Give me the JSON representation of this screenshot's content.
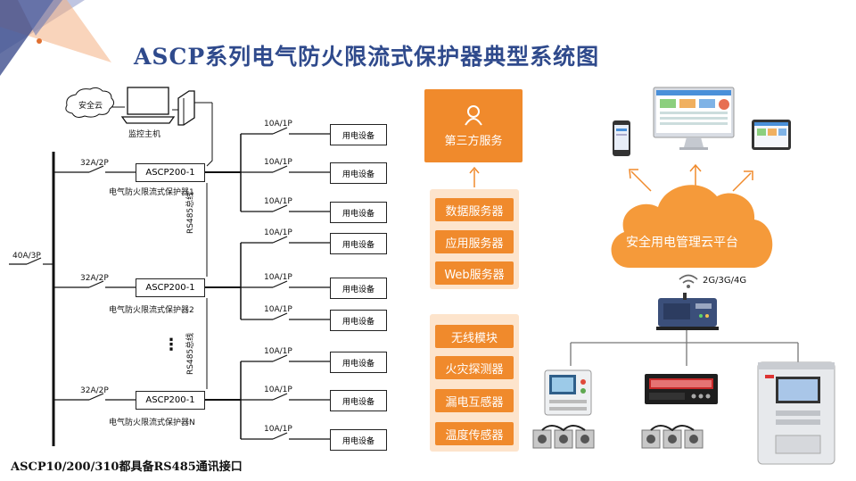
{
  "title": "ASCP系列电气防火限流式保护器典型系统图",
  "footnote": "ASCP10/200/310都具备RS485通讯接口",
  "left": {
    "cloud_label": "安全云",
    "host_label": "监控主机",
    "main_breaker": "40A/3P",
    "branch_breaker": "32A/2P",
    "device_breaker": "10A/1P",
    "device_label": "用电设备",
    "protectors": [
      {
        "box": "ASCP200-1",
        "caption": "电气防火限流式保护器1"
      },
      {
        "box": "ASCP200-1",
        "caption": "电气防火限流式保护器2"
      },
      {
        "box": "ASCP200-1",
        "caption": "电气防火限流式保护器N"
      }
    ],
    "rs485_label": "RS485总线",
    "ellipsis": "⋮"
  },
  "middle": {
    "third_party": "第三方服务",
    "servers": [
      "数据服务器",
      "应用服务器",
      "Web服务器"
    ],
    "modules": [
      "无线模块",
      "火灾探测器",
      "漏电互感器",
      "温度传感器"
    ]
  },
  "right": {
    "cloud_platform": "安全用电管理云平台",
    "network": "2G/3G/4G"
  },
  "colors": {
    "title": "#2f4a8c",
    "orange": "#f08a2c",
    "panel": "#fde4cc",
    "deco_blue": "#4a5a9a",
    "deco_orange": "#f0a060"
  }
}
